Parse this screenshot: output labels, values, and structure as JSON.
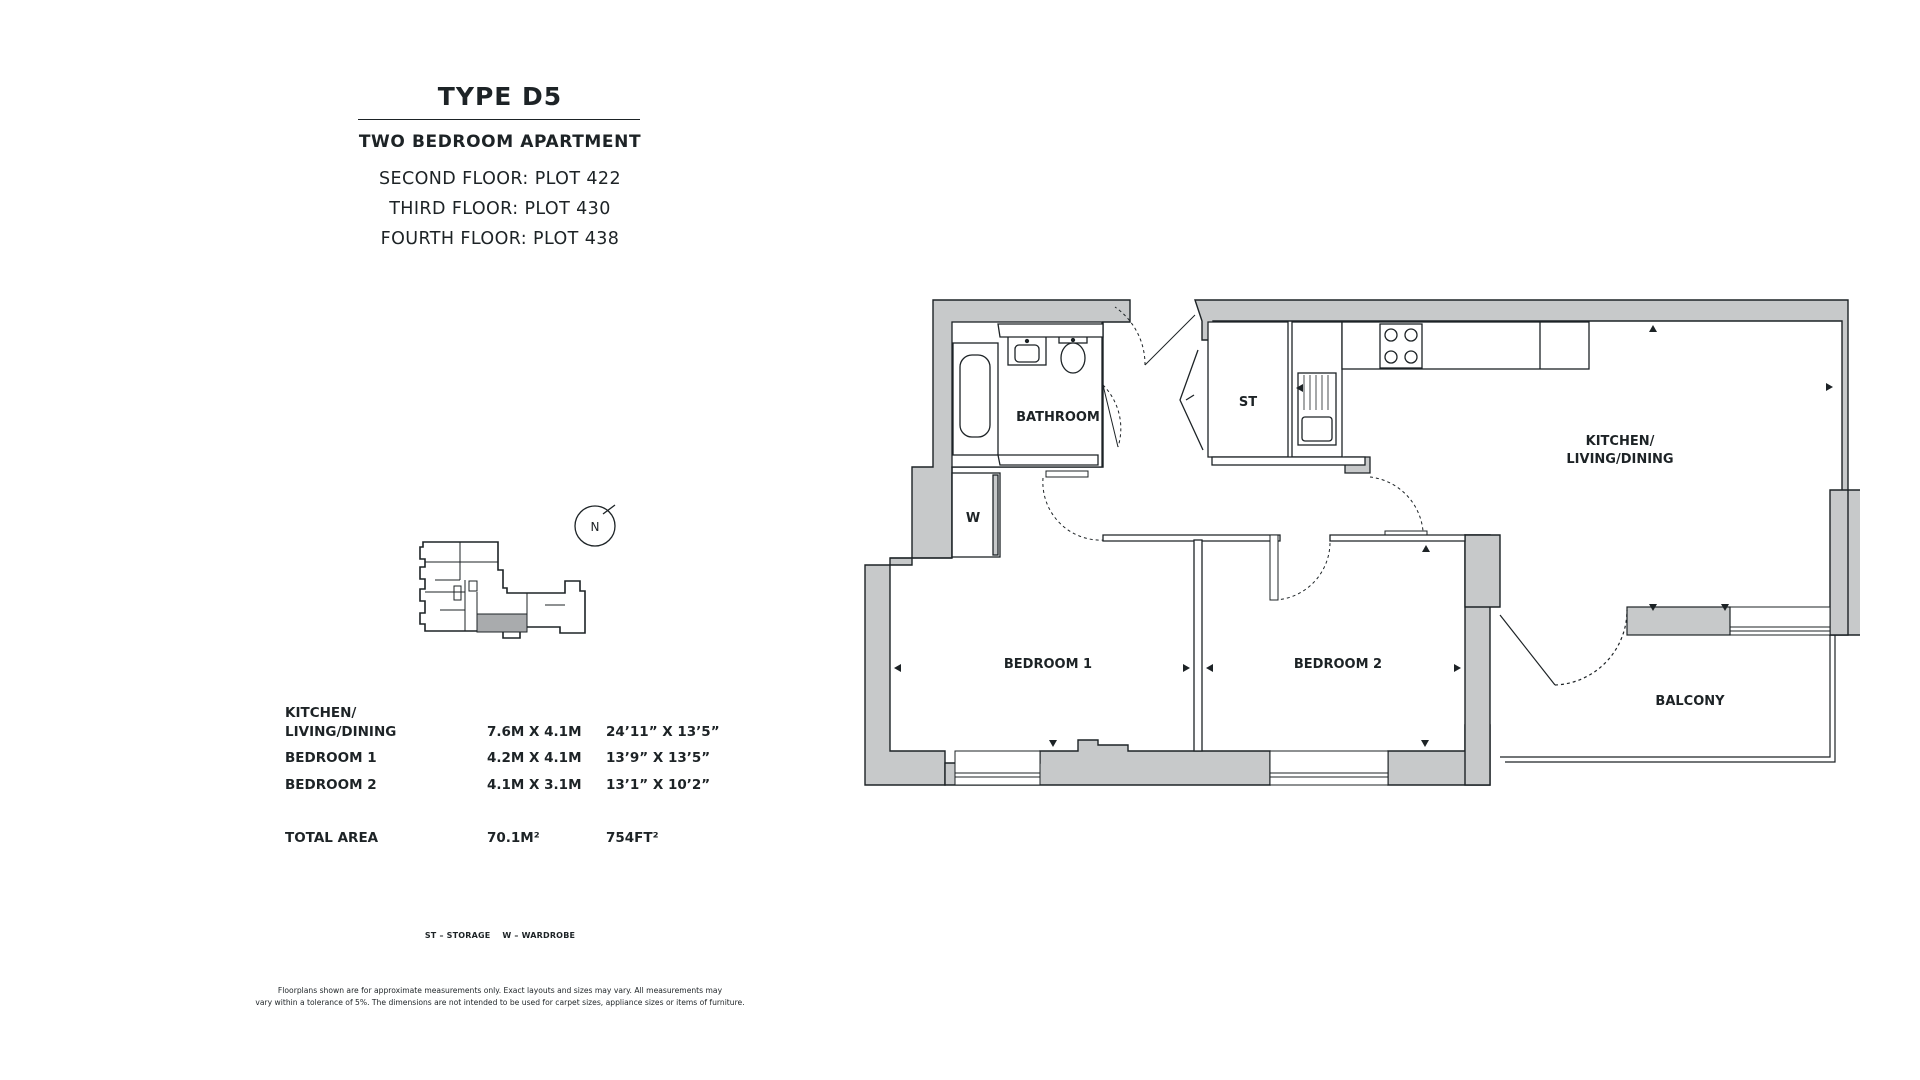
{
  "header": {
    "type_title": "TYPE D5",
    "subtitle": "TWO BEDROOM APARTMENT",
    "plots": [
      "SECOND FLOOR: PLOT 422",
      "THIRD FLOOR: PLOT 430",
      "FOURTH FLOOR: PLOT 438"
    ]
  },
  "plan_labels": {
    "bathroom": "BATHROOM",
    "storage": "ST",
    "kitchen_line1": "KITCHEN/",
    "kitchen_line2": "LIVING/DINING",
    "wardrobe": "W",
    "bedroom1": "BEDROOM 1",
    "bedroom2": "BEDROOM 2",
    "balcony": "BALCONY"
  },
  "compass": {
    "label": "N"
  },
  "dimensions": {
    "rows": [
      {
        "room": "KITCHEN/\nLIVING/DINING",
        "metric": "7.6M X 4.1M",
        "imperial": "24’11” X 13’5”"
      },
      {
        "room": "BEDROOM 1",
        "metric": "4.2M X 4.1M",
        "imperial": "13’9” X 13’5”"
      },
      {
        "room": "BEDROOM 2",
        "metric": "4.1M X 3.1M",
        "imperial": "13’1” X 10’2”"
      }
    ],
    "total": {
      "label": "TOTAL AREA",
      "metric": "70.1M²",
      "imperial": "754FT²"
    }
  },
  "legend": "ST – STORAGE    W – WARDROBE",
  "disclaimer": "Floorplans shown are for approximate measurements only. Exact layouts and sizes may vary. All measurements may\nvary within a tolerance of 5%. The dimensions are not intended to be used for carpet sizes, appliance sizes or items of furniture.",
  "colors": {
    "wall": "#c7c9ca",
    "line": "#1d2326",
    "highlight": "#a9abad"
  }
}
